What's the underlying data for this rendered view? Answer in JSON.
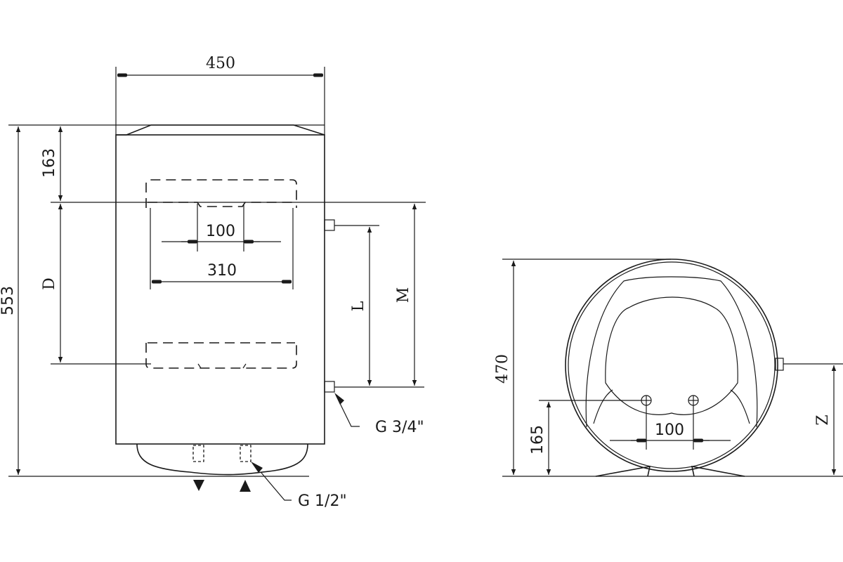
{
  "front_view": {
    "width_label": "450",
    "height_label": "553",
    "top_offset_label": "163",
    "bracket_distance_label": "D",
    "bracket_hole_spacing_label": "100",
    "bracket_width_label": "310",
    "side_pipe_distance_L_label": "L",
    "side_pipe_distance_M_label": "M",
    "side_pipe_thread_label": "G 3/4\"",
    "bottom_pipe_thread_label": "G 1/2\""
  },
  "side_view": {
    "diameter_label": "470",
    "pipe_height_label": "165",
    "pipe_spacing_label": "100",
    "side_pipe_height_label": "Z"
  },
  "colors": {
    "line": "#1a1a1a",
    "background": "#ffffff"
  }
}
